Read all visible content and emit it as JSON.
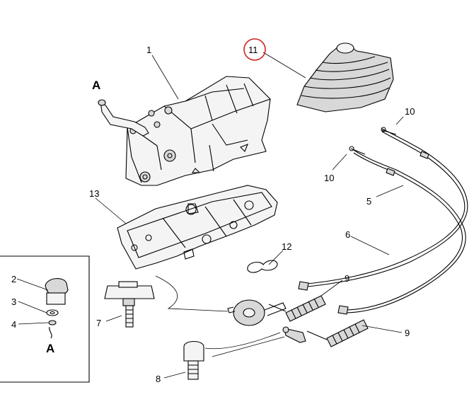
{
  "labels": {
    "l1": "1",
    "l2": "2",
    "l3": "3",
    "l4": "4",
    "l5": "5",
    "l6": "6",
    "l7": "7",
    "l8": "8",
    "l9a": "9",
    "l9b": "9",
    "l10a": "10",
    "l10b": "10",
    "l11": "11",
    "l12": "12",
    "l13": "13",
    "detail_main": "A",
    "detail_inset": "A"
  },
  "colors": {
    "line": "#000000",
    "highlight_circle": "#cc2222",
    "part_fill": "#f4f4f4",
    "shade": "#d8d8d8"
  }
}
